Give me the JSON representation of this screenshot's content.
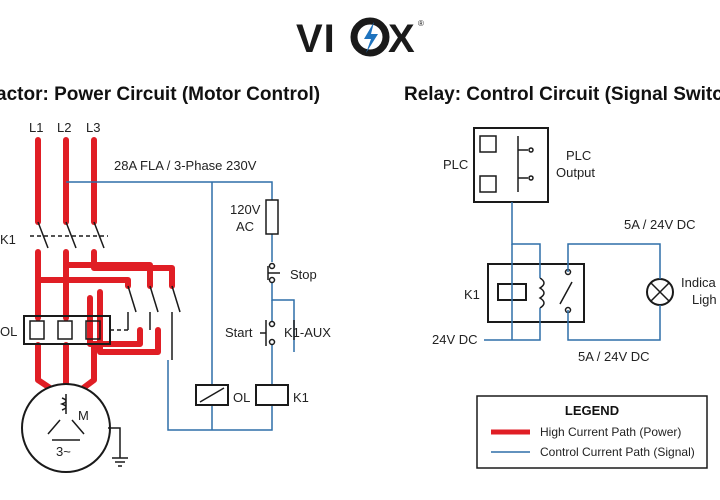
{
  "logo": {
    "text_left": "VI",
    "text_right": "X",
    "trademark": "®",
    "accent": "#1e73be"
  },
  "titles": {
    "contactor": "actor: Power Circuit (Motor Control)",
    "relay": "Relay: Control Circuit (Signal Switc"
  },
  "contactor_labels": {
    "l1": "L1",
    "l2": "L2",
    "l3": "L3",
    "fla": "28A FLA / 3-Phase 230V",
    "k1": "K1",
    "ol_left": "OL",
    "supply_volts": "120V",
    "supply_ac": "AC",
    "stop": "Stop",
    "start": "Start",
    "k1_aux": "K1-AUX",
    "ol_coil": "OL",
    "k1_coil": "K1",
    "motor": "M",
    "motor_phase": "3~"
  },
  "relay_labels": {
    "plc": "PLC",
    "plc_output_1": "PLC",
    "plc_output_2": "Output",
    "k1": "K1",
    "dc_left": "24V DC",
    "rating_top": "5A / 24V DC",
    "rating_bottom": "5A / 24V DC",
    "indicator_1": "Indica",
    "indicator_2": "Ligh"
  },
  "legend": {
    "title": "LEGEND",
    "power": "High Current Path (Power)",
    "signal": "Control Current Path (Signal)"
  },
  "colors": {
    "power": "#e01e25",
    "signal": "#2f6fa8",
    "line": "#1a1a1a"
  }
}
